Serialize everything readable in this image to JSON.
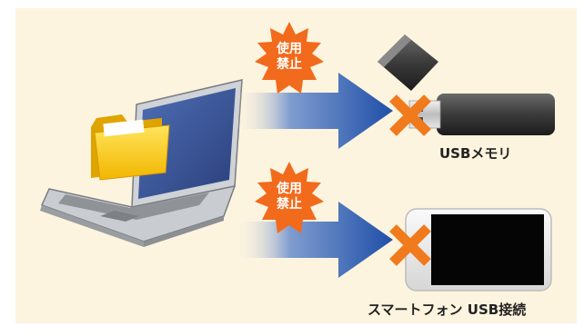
{
  "labels": {
    "usb_memory": "USBメモリ",
    "smartphone_usb": "スマートフォン USB接続"
  },
  "badges": [
    {
      "line1": "使用",
      "line2": "禁止"
    },
    {
      "line1": "使用",
      "line2": "禁止"
    }
  ],
  "icons": {
    "computer": "laptop-icon",
    "folder": "folder-icon",
    "usb_drive": "usb-drive-icon",
    "smartphone": "smartphone-icon",
    "blocked": "x-mark-icon",
    "prohibited": "prohibited-burst-icon"
  },
  "colors": {
    "background": "#fdf4df",
    "arrow": "#1f4fa8",
    "burst": "#f26a1b",
    "x_mark": "#f07a1c"
  }
}
